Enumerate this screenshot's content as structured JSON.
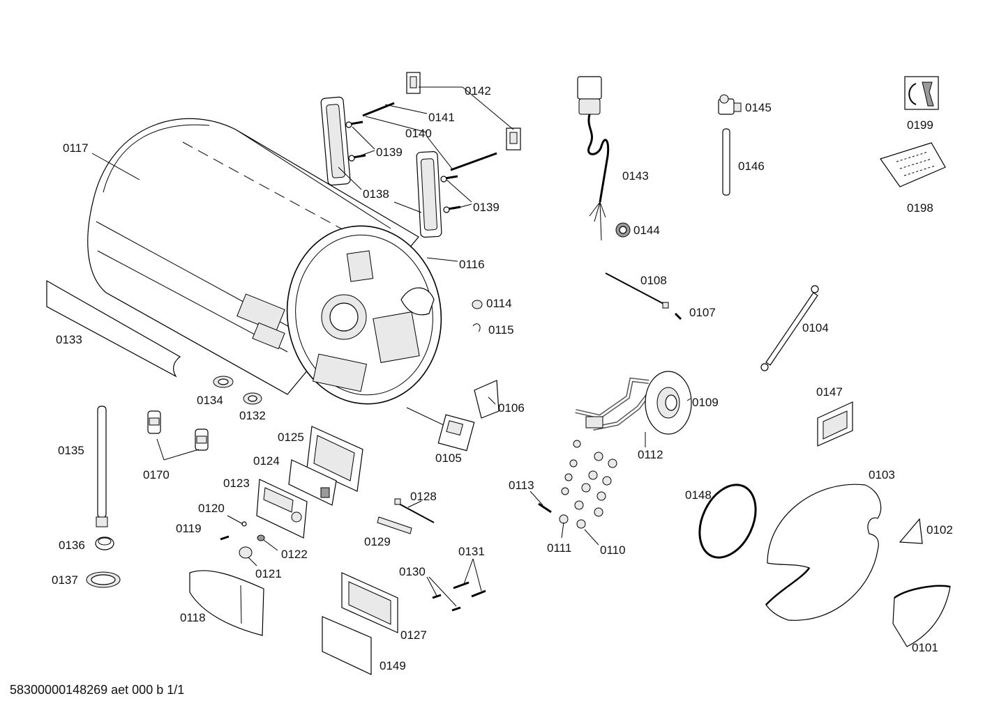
{
  "callouts": [
    "0142",
    "0141",
    "0140",
    "0139",
    "0117",
    "0138",
    "0139",
    "0143",
    "0144",
    "0145",
    "0146",
    "0199",
    "0198",
    "0116",
    "0108",
    "0114",
    "0107",
    "0115",
    "0104",
    "0133",
    "0134",
    "0132",
    "0106",
    "0109",
    "0147",
    "0135",
    "0125",
    "0105",
    "0112",
    "0124",
    "0170",
    "0103",
    "0123",
    "0113",
    "0148",
    "0128",
    "0120",
    "0119",
    "0102",
    "0129",
    "0136",
    "0111",
    "0110",
    "0131",
    "0122",
    "0121",
    "0130",
    "0137",
    "0118",
    "0127",
    "0101",
    "0149"
  ],
  "footer": {
    "code": "58300000148269 aet 000 b 1/1"
  }
}
